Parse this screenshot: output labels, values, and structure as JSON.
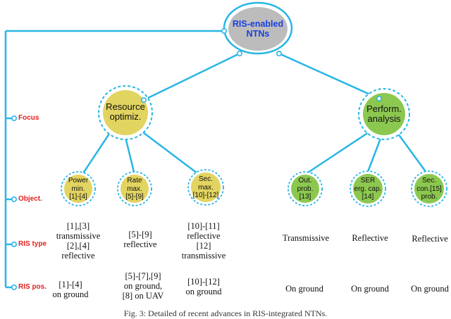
{
  "root": {
    "label": "RIS-enabled\nNTNs"
  },
  "level1": [
    {
      "id": "resource",
      "label": "Resource\noptimiz."
    },
    {
      "id": "perform",
      "label": "Perform.\nanalysis"
    }
  ],
  "level2": [
    {
      "id": "power",
      "label": "Power\nmin.\n[1]-[4]"
    },
    {
      "id": "rate",
      "label": "Rate\nmax.\n[5]-[9]"
    },
    {
      "id": "sec",
      "label": "Sec.\nmax.\n[10]-[12]"
    },
    {
      "id": "out",
      "label": "Out.\nprob.\n[13]"
    },
    {
      "id": "ser",
      "label": "SER\nerg. cap.\n[14]"
    },
    {
      "id": "seccon",
      "label": "Sec.\ncon.[15]\nprob."
    }
  ],
  "side_labels": {
    "focus": "Focus",
    "object": "Object.",
    "ris_type": "RIS type",
    "ris_pos": "RIS pos."
  },
  "ris_type": [
    "[1],[3]\ntransmissive\n[2],[4]\nreflective",
    "[5]-[9]\nreflective",
    "[10]-[11]\nreflective\n[12]\ntransmissive",
    "Transmissive",
    "Reflective",
    "Reflective"
  ],
  "ris_pos": [
    "[1]-[4]\non ground",
    "[5]-[7],[9]\non ground,\n[8] on UAV",
    "[10]-[12]\non ground",
    "On ground",
    "On ground",
    "On ground"
  ],
  "caption": "Fig. 3: Detailed of recent advances in RIS-integrated NTNs.",
  "colors": {
    "line": "#29b6e6",
    "root_fill": "#bcbcbc",
    "root_text": "#1a3fe0",
    "yellow": "#e2d460",
    "green": "#8cc850",
    "side_text": "#e0201c"
  }
}
